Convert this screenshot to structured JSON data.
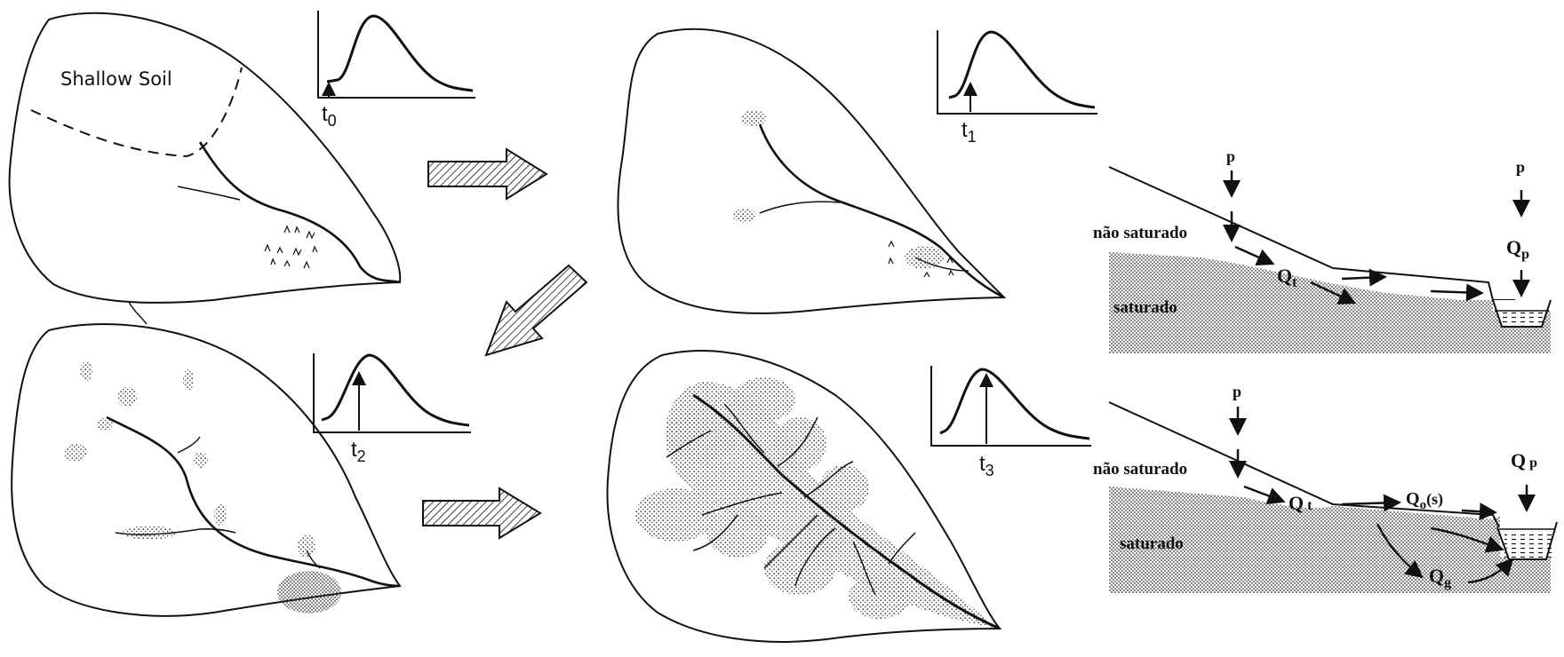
{
  "panel1": {
    "region_label": "Shallow Soil",
    "time_label": "t",
    "time_sub": "0"
  },
  "panel2": {
    "time_label": "t",
    "time_sub": "1"
  },
  "panel3": {
    "time_label": "t",
    "time_sub": "2"
  },
  "panel4": {
    "time_label": "t",
    "time_sub": "3"
  },
  "section_top": {
    "precip_left": "p",
    "precip_right": "p",
    "unsaturated": "não saturado",
    "saturated": "saturado",
    "throughflow": "Q",
    "throughflow_sub": "t",
    "peak_flow": "Q",
    "peak_flow_sub": "p"
  },
  "section_bottom": {
    "precip_left": "p",
    "unsaturated": "não saturado",
    "saturated": "saturado",
    "throughflow": "Q",
    "throughflow_sub": "t",
    "overland": "Q",
    "overland_sub": "o",
    "overland_suffix": "(s)",
    "groundwater": "Q",
    "groundwater_sub": "g",
    "peak_flow": "Q",
    "peak_flow_sub": "p"
  },
  "colors": {
    "ink": "#111111",
    "stipple": "#444444"
  }
}
